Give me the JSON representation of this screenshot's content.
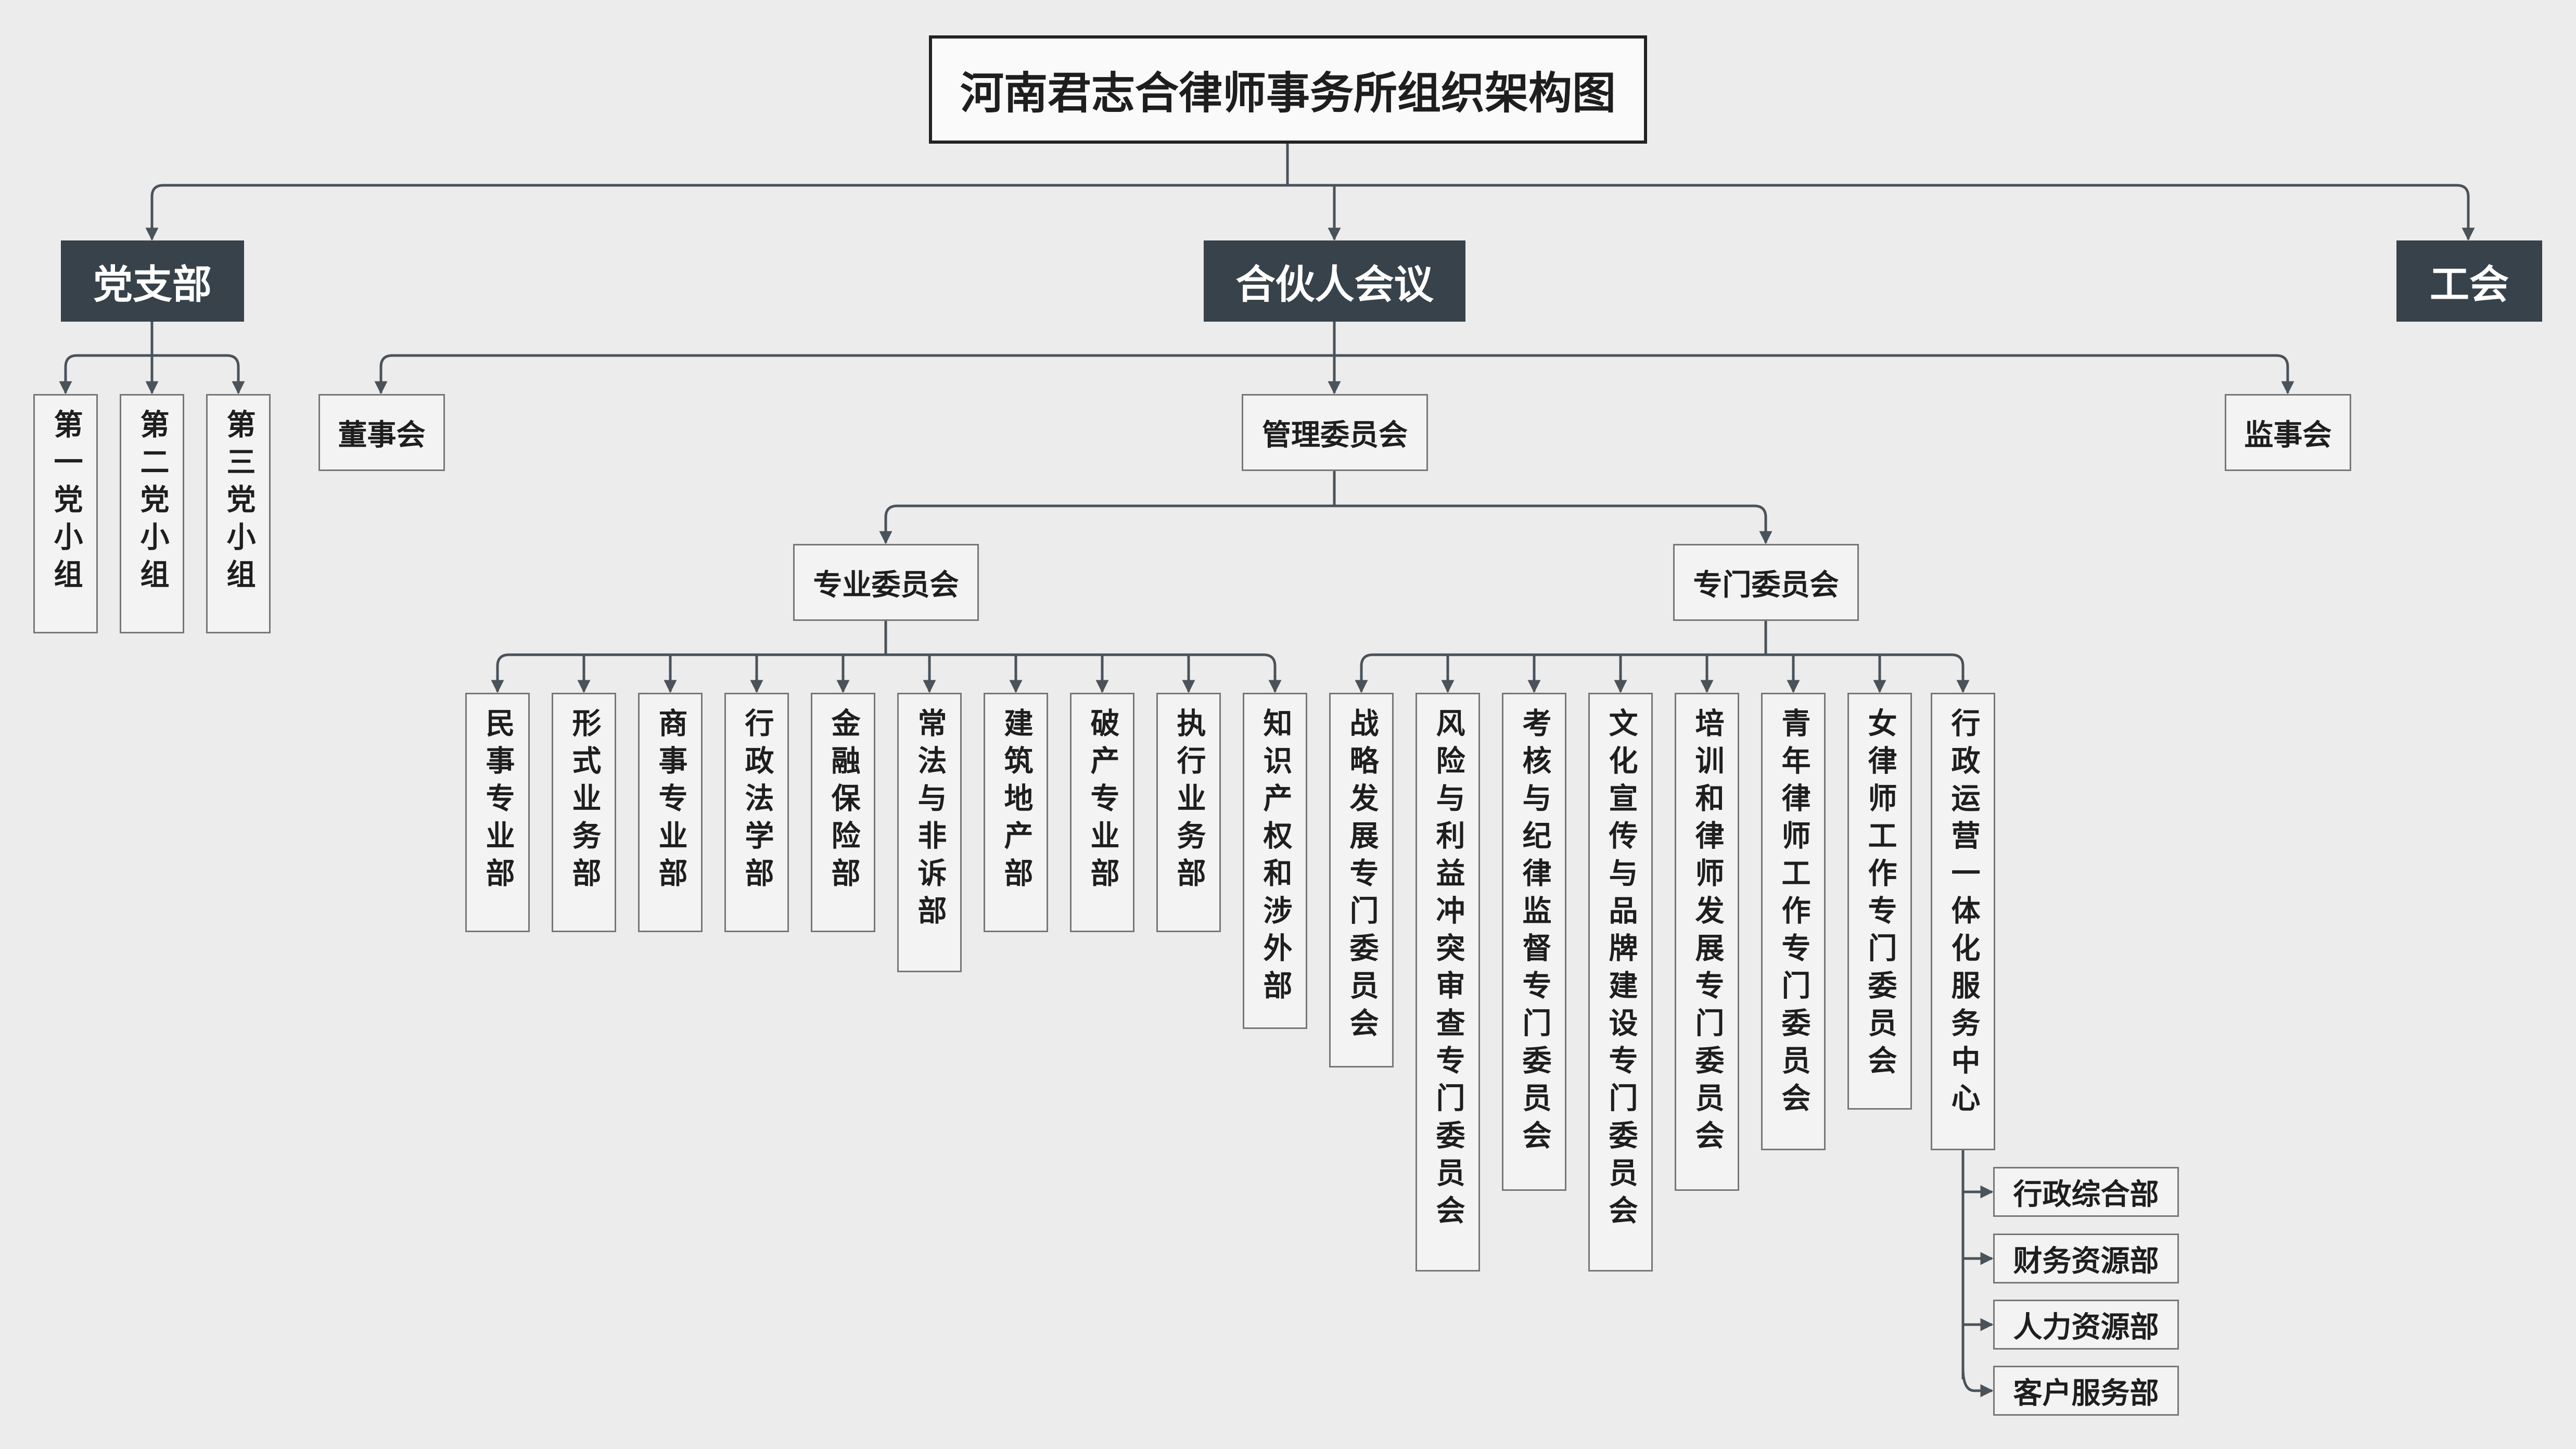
{
  "title": "河南君志合律师事务所组织架构图",
  "level1": {
    "party": "党支部",
    "partners": "合伙人会议",
    "union": "工会"
  },
  "party_groups": [
    "第一党小组",
    "第二党小组",
    "第三党小组"
  ],
  "level2": {
    "board": "董事会",
    "management": "管理委员会",
    "supervisory": "监事会"
  },
  "committees": {
    "professional": "专业委员会",
    "special": "专门委员会"
  },
  "professional_depts": [
    "民事专业部",
    "形式业务部",
    "商事专业部",
    "行政法学部",
    "金融保险部",
    "常法与非诉部",
    "建筑地产部",
    "破产专业部",
    "执行业务部",
    "知识产权和涉外部"
  ],
  "special_committees": [
    "战略发展专门委员会",
    "风险与利益冲突审查专门委员会",
    "考核与纪律监督专门委员会",
    "文化宣传与品牌建设专门委员会",
    "培训和律师发展专门委员会",
    "青年律师工作专门委员会",
    "女律师工作专门委员会",
    "行政运营一体化服务中心"
  ],
  "service_center_depts": [
    "行政综合部",
    "财务资源部",
    "人力资源部",
    "客户服务部"
  ],
  "colors": {
    "background": "#ececec",
    "dark_box": "#37424a",
    "line": "#4a525a"
  }
}
